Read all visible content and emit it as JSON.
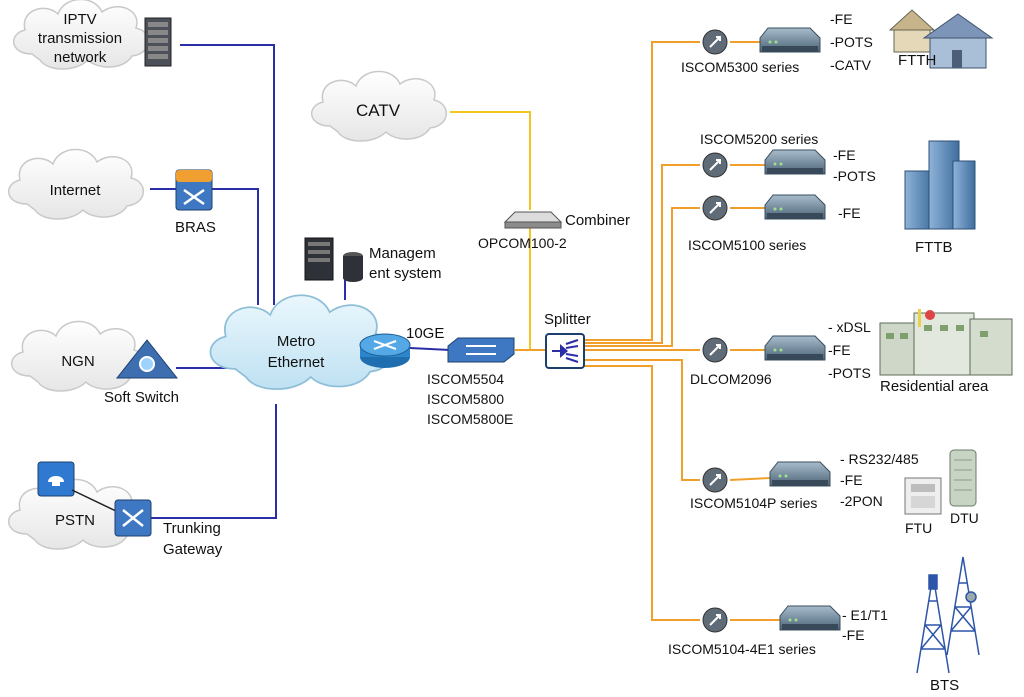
{
  "clouds": {
    "iptv": [
      "IPTV",
      "transmission",
      "network"
    ],
    "internet": "Internet",
    "ngn": "NGN",
    "pstn": "PSTN",
    "catv": "CATV",
    "metro": [
      "Metro",
      "Ethernet"
    ]
  },
  "labels": {
    "bras": "BRAS",
    "soft_switch": "Soft Switch",
    "trunking_gateway": [
      "Trunking",
      "Gateway"
    ],
    "management_system": [
      "Managem",
      "ent system"
    ],
    "link_10ge": "10GE",
    "core_switch": [
      "ISCOM5504",
      "ISCOM5800",
      "ISCOM5800E"
    ],
    "combiner": "Combiner",
    "opcom": "OPCOM100-2",
    "splitter": "Splitter"
  },
  "branches": [
    {
      "device": "ISCOM5300 series",
      "services": [
        "-FE",
        "-POTS",
        "-CATV"
      ],
      "site": "FTTH"
    },
    {
      "device": "ISCOM5200 series",
      "services": [
        "-FE",
        "-POTS"
      ],
      "site": ""
    },
    {
      "device": "ISCOM5100 series",
      "services": [
        "-FE"
      ],
      "site": "FTTB"
    },
    {
      "device": "DLCOM2096",
      "services": [
        "- xDSL",
        "-FE",
        "-POTS"
      ],
      "site": "Residential area"
    },
    {
      "device": "ISCOM5104P series",
      "services": [
        "- RS232/485",
        "-FE",
        "-2PON"
      ],
      "site": ""
    },
    {
      "device": "ISCOM5104-4E1 series",
      "services": [
        "- E1/T1",
        "-FE"
      ],
      "site": "BTS"
    }
  ],
  "ftu_dtu": {
    "ftu": "FTU",
    "dtu": "DTU"
  },
  "colors": {
    "blue_link": "#2a2fa8",
    "fiber": "#f0a02a",
    "catv_fiber": "#f2c522",
    "cloud_fill": "#f1f1f1",
    "cloud_edge": "#c9c9c9",
    "metro_fill": "#d5ecf7"
  }
}
